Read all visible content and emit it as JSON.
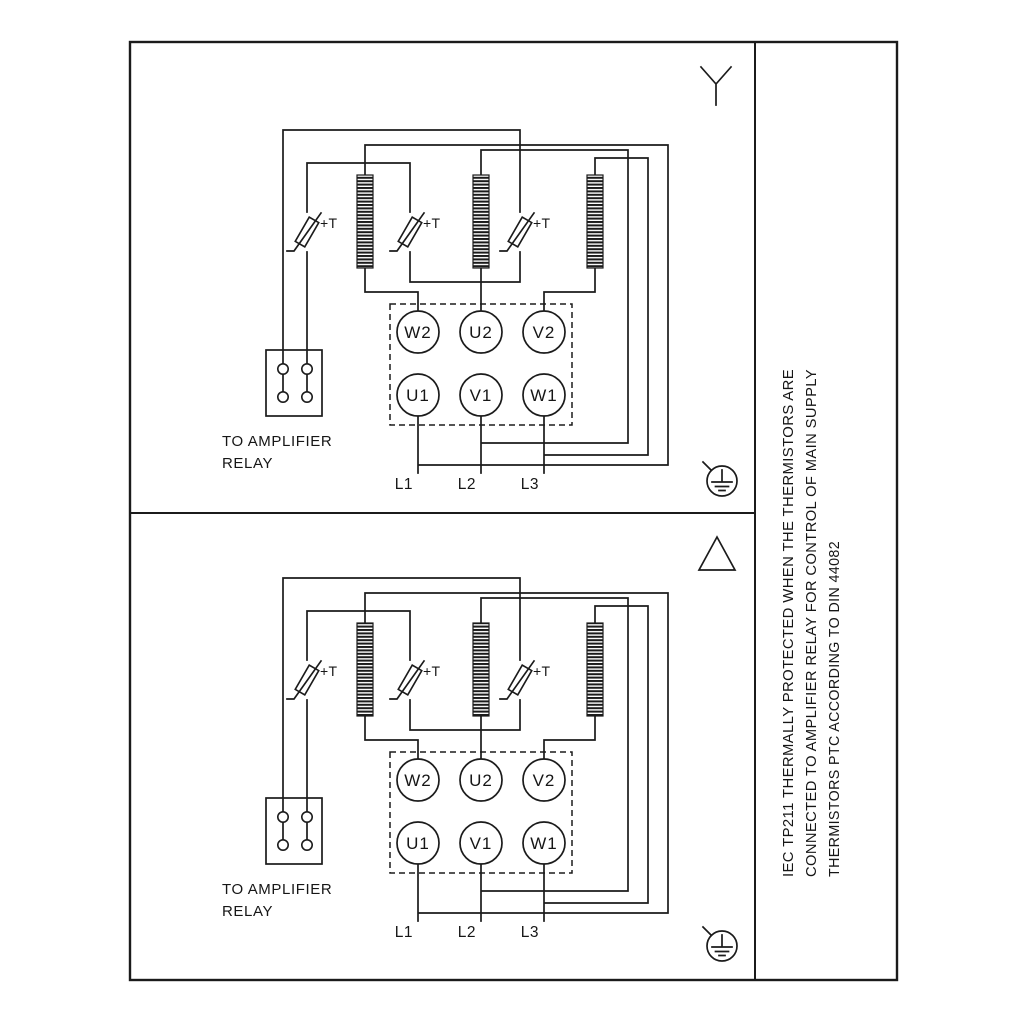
{
  "page": {
    "background": "#ffffff",
    "ink": "#1b1b1b"
  },
  "side_note": {
    "line1": "IEC TP211 THERMALLY PROTECTED WHEN THE THERMISTORS ARE",
    "line2": "CONNECTED TO AMPLIFIER RELAY FOR CONTROL OF MAIN SUPPLY",
    "line3": "THERMISTORS PTC ACCORDING TO DIN 44082"
  },
  "star_panel": {
    "connection": "star",
    "thermistors": [
      "+T",
      "+T",
      "+T"
    ],
    "terminals_top": [
      "W2",
      "U2",
      "V2"
    ],
    "terminals_bottom": [
      "U1",
      "V1",
      "W1"
    ],
    "relay_note_line1": "TO AMPLIFIER",
    "relay_note_line2": "RELAY",
    "supply_lines": [
      "L1",
      "L2",
      "L3"
    ]
  },
  "delta_panel": {
    "connection": "delta",
    "thermistors": [
      "+T",
      "+T",
      "+T"
    ],
    "terminals_top": [
      "W2",
      "U2",
      "V2"
    ],
    "terminals_bottom": [
      "U1",
      "V1",
      "W1"
    ],
    "relay_note_line1": "TO AMPLIFIER",
    "relay_note_line2": "RELAY",
    "supply_lines": [
      "L1",
      "L2",
      "L3"
    ]
  }
}
